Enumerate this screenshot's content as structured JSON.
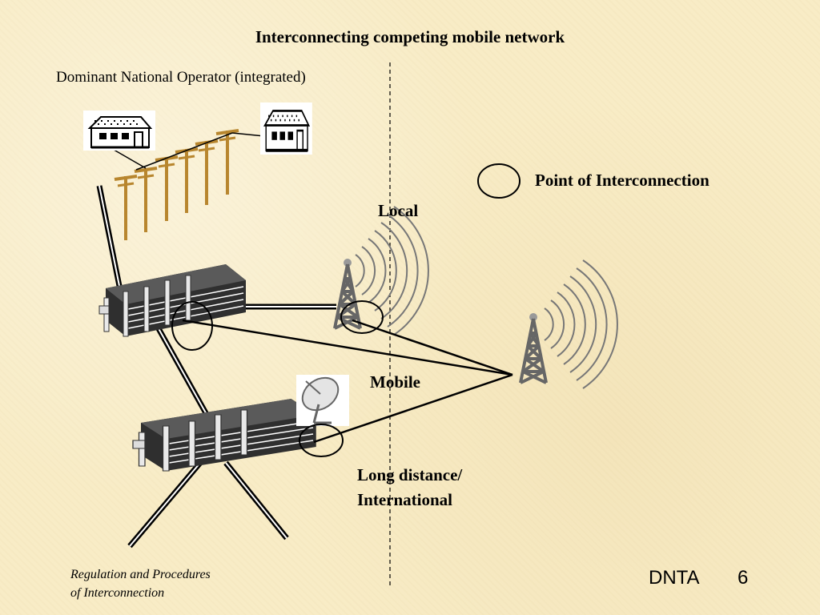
{
  "slide": {
    "title": "Interconnecting competing mobile network",
    "subtitle": "Dominant National Operator (integrated)",
    "legend_label": "Point of Interconnection",
    "label_local": "Local",
    "label_mobile": "Mobile",
    "label_long_distance_1": "Long distance/",
    "label_long_distance_2": "International",
    "footer_left_1": "Regulation and Procedures",
    "footer_left_2": "of Interconnection",
    "footer_brand": "DNTA",
    "page_number": "6"
  },
  "colors": {
    "background": "#f8ecc6",
    "pole": "#b8862e",
    "tower": "#707070",
    "building": "#3a3a3a"
  },
  "icons": [
    "house-icon",
    "telephone-pole-icon",
    "exchange-building-icon",
    "radio-tower-icon",
    "satellite-dish-icon"
  ]
}
